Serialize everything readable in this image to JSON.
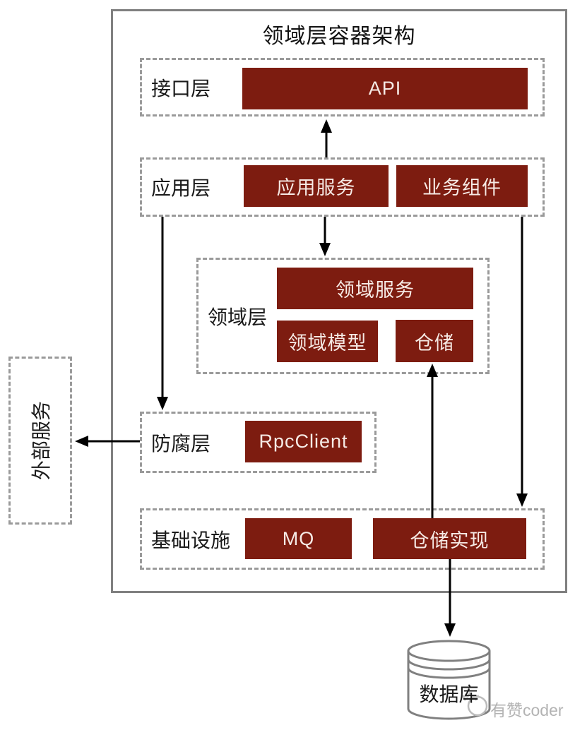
{
  "title": "领域层容器架构",
  "layers": {
    "interface": {
      "label": "接口层",
      "api": "API"
    },
    "application": {
      "label": "应用层",
      "app_service": "应用服务",
      "biz_component": "业务组件"
    },
    "domain": {
      "label": "领域层",
      "domain_service": "领域服务",
      "domain_model": "领域模型",
      "repository": "仓储"
    },
    "anticorruption": {
      "label": "防腐层",
      "rpc_client": "RpcClient"
    },
    "infrastructure": {
      "label": "基础设施",
      "mq": "MQ",
      "repository_impl": "仓储实现"
    }
  },
  "external_service": {
    "label": "外部服务"
  },
  "database": {
    "label": "数据库"
  },
  "watermark": {
    "label": "有赞coder"
  },
  "colors": {
    "block_fill": "#7d1c10",
    "block_text": "#f6eae5",
    "dashed_border": "#9a9a9a",
    "outer_border": "#808080",
    "arrow": "#000000",
    "watermark_gray": "#b3b3b3"
  },
  "edges": [
    {
      "from": "application-layer",
      "to": "interface-layer-api",
      "direction": "up"
    },
    {
      "from": "application-layer",
      "to": "domain-layer",
      "direction": "down"
    },
    {
      "from": "application-layer",
      "to": "anticorruption-layer",
      "direction": "down"
    },
    {
      "from": "application-layer",
      "to": "infrastructure-layer",
      "direction": "down"
    },
    {
      "from": "repository-impl",
      "to": "repository",
      "direction": "up"
    },
    {
      "from": "anticorruption-layer",
      "to": "external-service",
      "direction": "left"
    },
    {
      "from": "repository-impl",
      "to": "database",
      "direction": "down"
    }
  ]
}
